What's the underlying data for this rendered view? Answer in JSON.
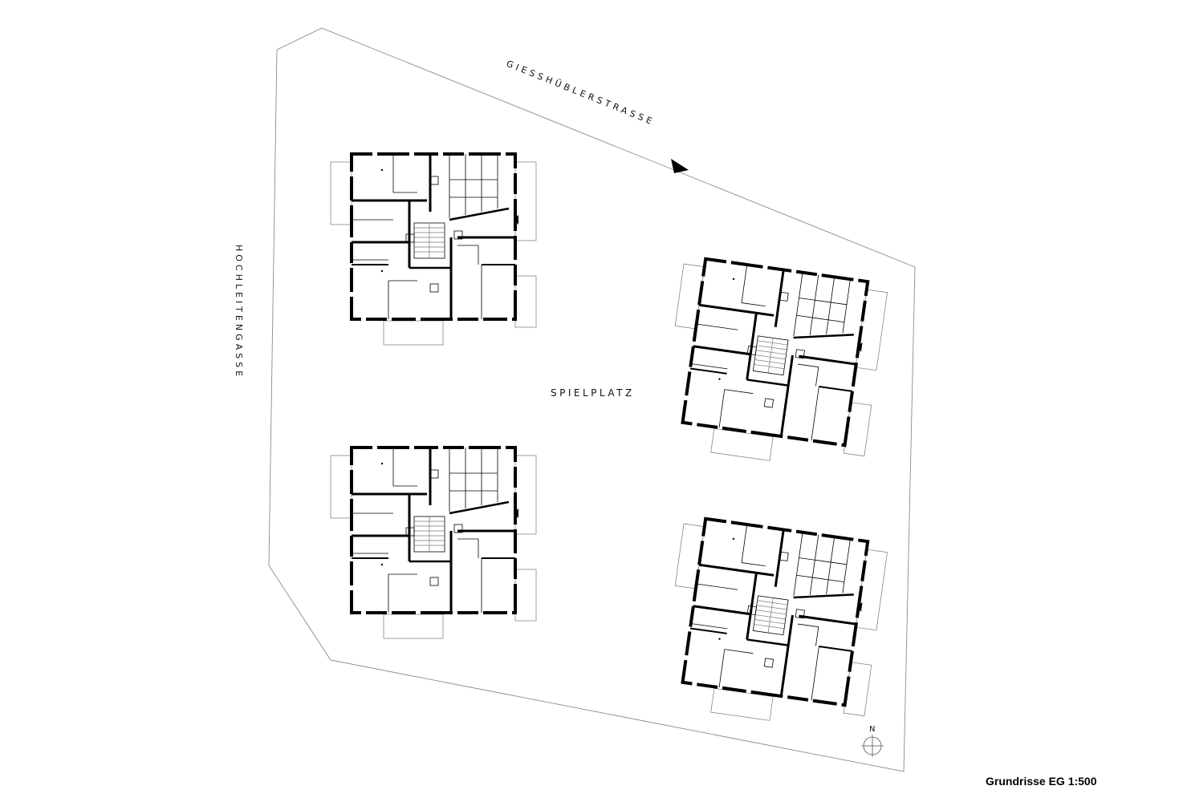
{
  "streets": {
    "north": "GIESSHÜBLERSTRASSE",
    "west": "HOCHLEITENGASSE"
  },
  "area": {
    "label": "SPIELPLATZ"
  },
  "north_arrow": {
    "label": "N"
  },
  "caption": "Grundrisse EG 1:500",
  "buildings": [
    {
      "name": "building-northwest",
      "rotation_deg": 0
    },
    {
      "name": "building-southwest",
      "rotation_deg": 0
    },
    {
      "name": "building-east-upper",
      "rotation_deg": 8
    },
    {
      "name": "building-east-lower",
      "rotation_deg": 8
    }
  ]
}
